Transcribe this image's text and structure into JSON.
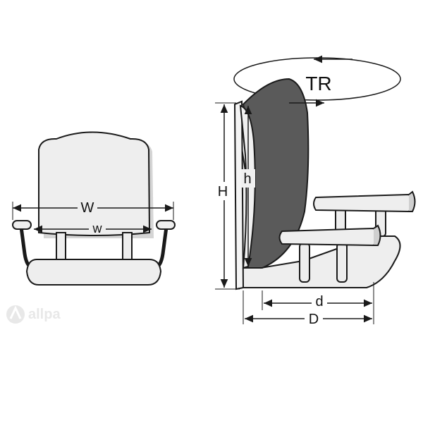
{
  "labels": {
    "front_width_outer": "W",
    "front_width_inner": "w",
    "side_height_outer": "H",
    "side_height_inner": "h",
    "side_depth_inner": "d",
    "side_depth_outer": "D",
    "rotation": "TR"
  },
  "watermark": {
    "brand": "allpa"
  },
  "colors": {
    "stroke": "#1a1a1a",
    "seat_fill": "#eeeeee",
    "back_fill": "#5a5a5a",
    "shadow": "#cfcfcf",
    "watermark": "#e6e6e6",
    "background": "#ffffff"
  },
  "icons": {
    "watermark_logo": "allpa-logo-icon"
  }
}
